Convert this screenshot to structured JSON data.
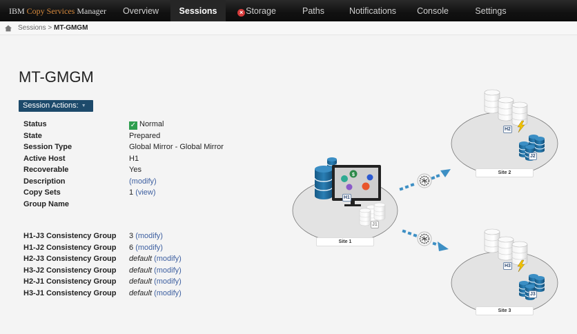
{
  "app": {
    "brand_prefix": "IBM ",
    "brand_accent": "Copy Services",
    "brand_suffix": " Manager"
  },
  "nav": {
    "items": [
      {
        "label": "Overview",
        "active": false
      },
      {
        "label": "Sessions",
        "active": true
      },
      {
        "label": "Storage",
        "active": false,
        "status_icon": "error-icon"
      },
      {
        "label": "Paths",
        "active": false
      },
      {
        "label": "Notifications",
        "active": false
      },
      {
        "label": "Console",
        "active": false
      },
      {
        "label": "Settings",
        "active": false
      }
    ]
  },
  "breadcrumb": {
    "home_icon": "home-icon",
    "parent": "Sessions",
    "separator": ">",
    "current": "MT-GMGM"
  },
  "page": {
    "title": "MT-GMGM",
    "actions_button": "Session Actions:"
  },
  "properties": [
    {
      "label": "Status",
      "value": "Normal",
      "icon": "check-icon"
    },
    {
      "label": "State",
      "value": "Prepared"
    },
    {
      "label": "Session Type",
      "value": "Global Mirror - Global Mirror"
    },
    {
      "label": "Active Host",
      "value": "H1"
    },
    {
      "label": "Recoverable",
      "value": "Yes"
    },
    {
      "label": "Description",
      "value": "",
      "link": "(modify)"
    },
    {
      "label": "Copy Sets",
      "value": "1",
      "link": "(view)"
    },
    {
      "label": "Group Name",
      "value": ""
    }
  ],
  "consistency_groups": [
    {
      "label": "H1-J3 Consistency Group",
      "value": "3",
      "link": "(modify)"
    },
    {
      "label": "H1-J2 Consistency Group",
      "value": "6",
      "link": "(modify)"
    },
    {
      "label": "H2-J3 Consistency Group",
      "value": "default",
      "link": "(modify)"
    },
    {
      "label": "H3-J2 Consistency Group",
      "value": "default",
      "link": "(modify)"
    },
    {
      "label": "H2-J1 Consistency Group",
      "value": "default",
      "link": "(modify)"
    },
    {
      "label": "H3-J1 Consistency Group",
      "value": "default",
      "link": "(modify)"
    }
  ],
  "diagram": {
    "sites": [
      {
        "label": "Site 1",
        "host": "H1",
        "journal": "J1"
      },
      {
        "label": "Site 2",
        "host": "H2",
        "journal": "J2"
      },
      {
        "label": "Site 3",
        "host": "H3",
        "journal": "J3"
      }
    ]
  },
  "colors": {
    "nav_bg": "#111111",
    "brand_accent": "#d88a3c",
    "actions_button_bg": "#1d4a6b",
    "link": "#3d5fa0",
    "status_ok": "#2e9e4e",
    "storage_blue": "#1f6a9c",
    "arrow_blue": "#3d8fc4"
  }
}
